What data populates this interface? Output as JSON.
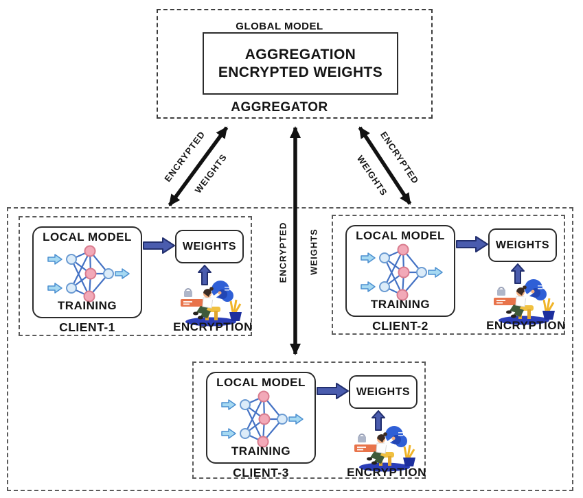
{
  "global": {
    "label": "GLOBAL MODEL",
    "aggregation_line1": "AGGREGATION",
    "aggregation_line2": "ENCRYPTED WEIGHTS",
    "role_label": "AGGREGATOR"
  },
  "links": {
    "left": {
      "word1": "ENCRYPTED",
      "word2": "WEIGHTS"
    },
    "middle": {
      "word1": "ENCRYPTED",
      "word2": "WEIGHTS"
    },
    "right": {
      "word1": "ENCRYPTED",
      "word2": "WEIGHTS"
    }
  },
  "clients": [
    {
      "name": "CLIENT-1",
      "local_model_label": "LOCAL MODEL",
      "training_label": "TRAINING",
      "weights_label": "WEIGHTS",
      "encryption_label": "ENCRYPTION"
    },
    {
      "name": "CLIENT-2",
      "local_model_label": "LOCAL MODEL",
      "training_label": "TRAINING",
      "weights_label": "WEIGHTS",
      "encryption_label": "ENCRYPTION"
    },
    {
      "name": "CLIENT-3",
      "local_model_label": "LOCAL MODEL",
      "training_label": "TRAINING",
      "weights_label": "WEIGHTS",
      "encryption_label": "ENCRYPTION"
    }
  ],
  "icons": {
    "neural_network": "neural-network-graphic",
    "encryption_person": "encryption-person-illustration"
  },
  "colors": {
    "link_arrow": "#111111",
    "block_arrow_fill": "#4a5cae",
    "block_arrow_stroke": "#222f6e",
    "edge_blue": "#4472c4",
    "node_blue_fill": "#dcecf9",
    "node_blue_stroke": "#6b9bd2",
    "node_pink_fill": "#f2a9b8",
    "node_pink_stroke": "#d97c8e",
    "io_arrow_fill": "#a6d9f2",
    "io_arrow_stroke": "#4b8fd0",
    "illustration_blue": "#2f5fd6",
    "illustration_deep_blue": "#2b3eb8",
    "illustration_orange": "#e8734a",
    "illustration_yellow": "#f0c040"
  }
}
